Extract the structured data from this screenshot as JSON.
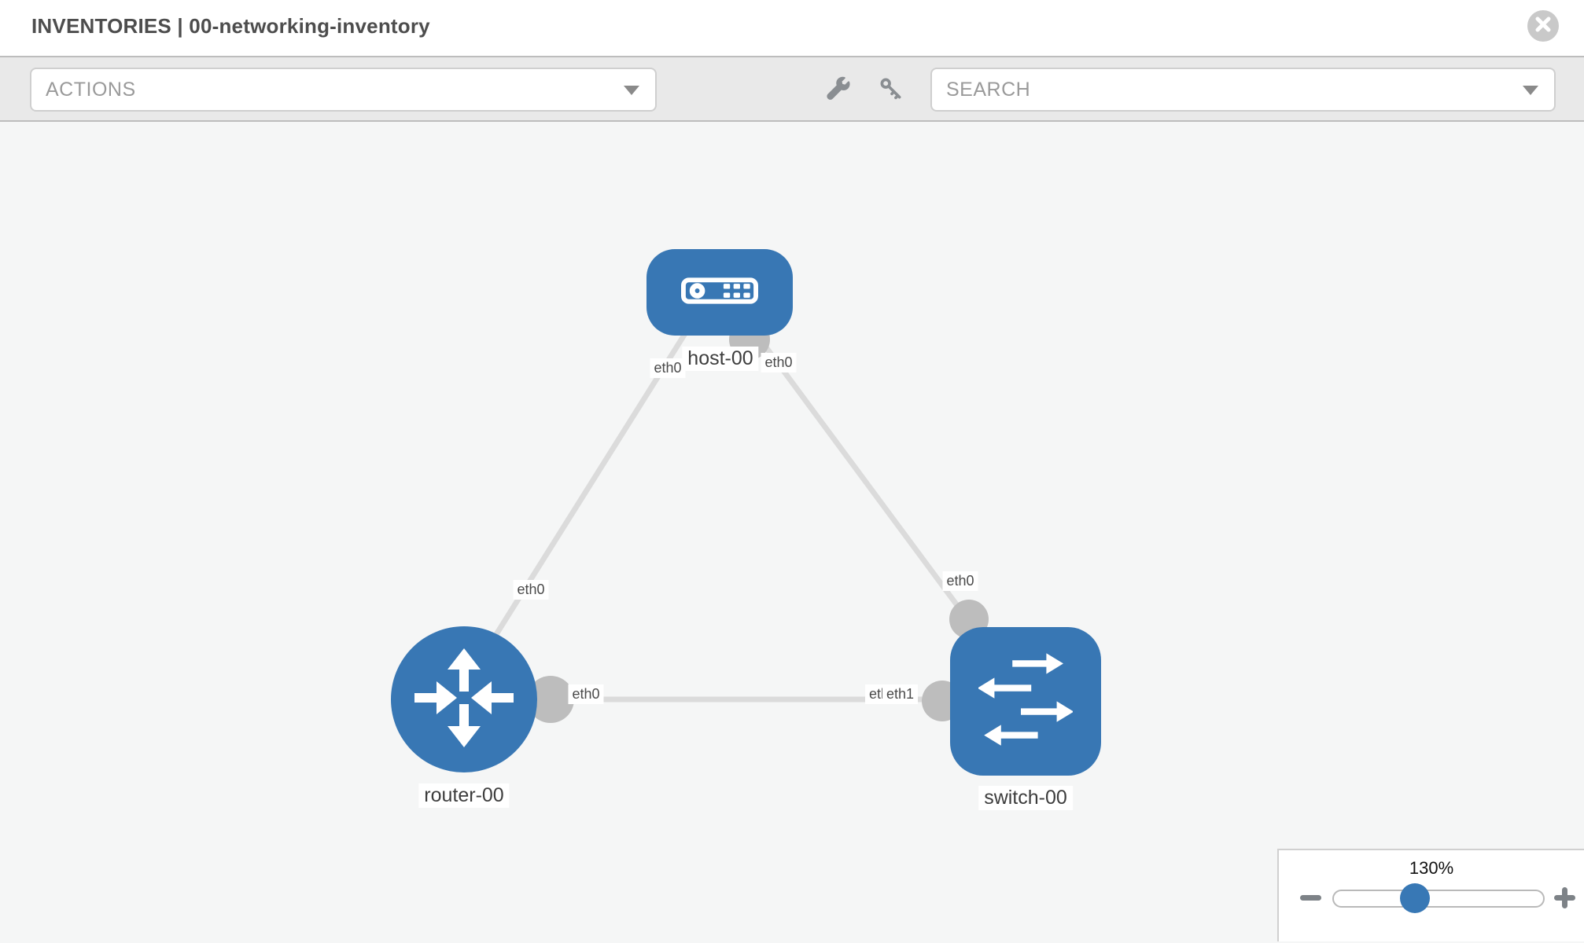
{
  "header": {
    "title": "INVENTORIES | 00-networking-inventory"
  },
  "toolbar": {
    "actions_label": "ACTIONS",
    "search_placeholder": "SEARCH",
    "icons": {
      "wrench": "wrench-icon",
      "key": "key-icon"
    }
  },
  "diagram": {
    "nodes": [
      {
        "id": "host-00",
        "type": "host",
        "label": "host-00"
      },
      {
        "id": "router-00",
        "type": "router",
        "label": "router-00"
      },
      {
        "id": "switch-00",
        "type": "switch",
        "label": "switch-00"
      }
    ],
    "links": [
      {
        "source": "host-00",
        "target": "router-00",
        "source_interface": "eth0",
        "target_interface": "eth0"
      },
      {
        "source": "host-00",
        "target": "switch-00",
        "source_interface": "eth0",
        "target_interface": "eth0"
      },
      {
        "source": "router-00",
        "target": "switch-00",
        "source_interface": "eth0",
        "target_interface": "eth1",
        "overlapped_interface_label": "eth0"
      }
    ]
  },
  "interface_labels": {
    "host_router_at_host": "eth0",
    "host_router_at_router": "eth0",
    "host_switch_at_host": "eth0",
    "host_switch_at_switch": "eth0",
    "router_switch_at_router": "eth0",
    "router_switch_at_switch": "eth1",
    "router_switch_at_switch_under": "eth0"
  },
  "zoom_control": {
    "level": "130%",
    "minus_icon": "minus-icon",
    "plus_icon": "plus-icon"
  },
  "colors": {
    "node_blue": "#3877b4",
    "edge_gray": "#dbdbdb",
    "connector_gray": "#bdbdbd",
    "toolbar_bg": "#e9e9e9",
    "canvas_bg": "#f5f6f6"
  }
}
